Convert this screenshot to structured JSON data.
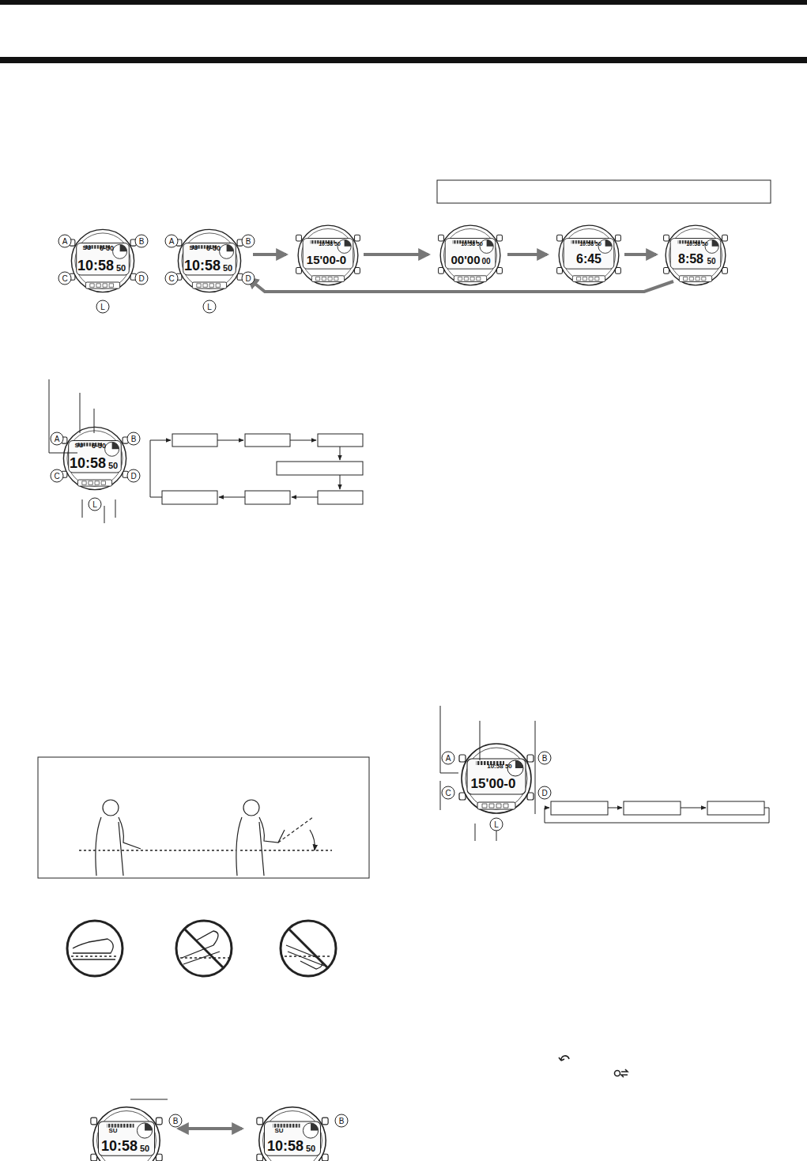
{
  "diagram": {
    "labels": [
      "A",
      "B",
      "C",
      "D",
      "L",
      "SU",
      "6-30",
      "10:58",
      "50",
      "A",
      "B",
      "C",
      "D",
      "L",
      "SU",
      "6-30",
      "10:58",
      "50",
      "10:58 50",
      "15'00-0",
      "10:58 50",
      "00'00",
      "00",
      "10:58 50",
      "6:45",
      "10:58 50",
      "8:58",
      "50",
      "A",
      "B",
      "C",
      "D",
      "L",
      "SU",
      "6-30",
      "10:58",
      "50",
      "A",
      "B",
      "C",
      "D",
      "L",
      "10:58 50",
      "15'00-0",
      "B",
      "SU",
      "10:58",
      "50",
      "B",
      "SU",
      "10:58",
      "50"
    ]
  }
}
